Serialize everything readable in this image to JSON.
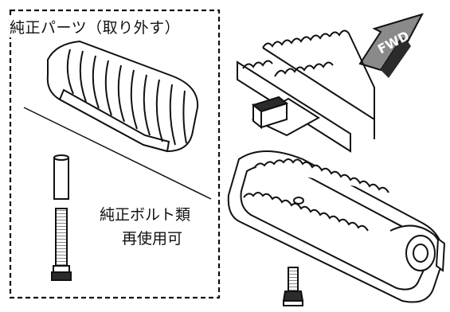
{
  "oem_parts_box": {
    "title": "純正パーツ（取り外す）",
    "reuse_note_line1": "純正ボルト類",
    "reuse_note_line2": "再使用可"
  },
  "direction_arrow": {
    "label": "FWD"
  },
  "colors": {
    "line": "#111111",
    "background": "#ffffff",
    "arrow_fill": "#8a8a8a",
    "dark_fill": "#2b2b2b"
  },
  "icons": [
    "fwd-arrow-icon",
    "bolt-icon",
    "collar-icon"
  ]
}
